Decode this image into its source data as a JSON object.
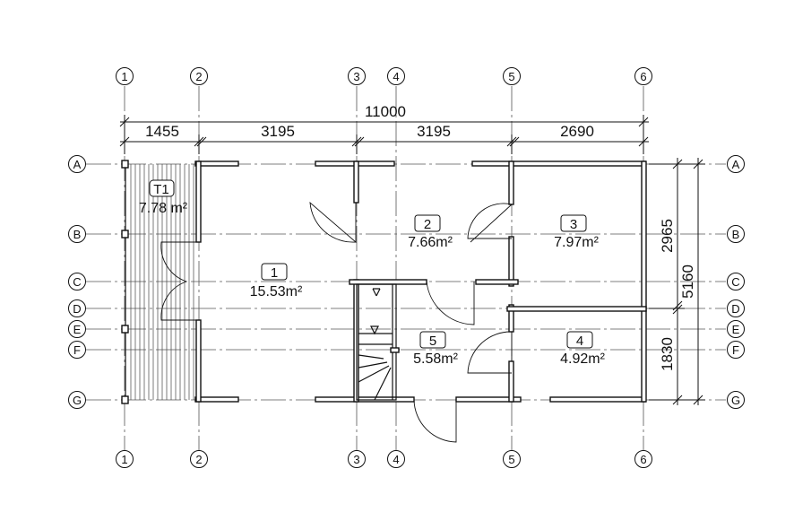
{
  "axes": {
    "columns": [
      "1",
      "2",
      "3",
      "4",
      "5",
      "6"
    ],
    "rows": [
      "A",
      "B",
      "C",
      "D",
      "E",
      "F",
      "G"
    ]
  },
  "dimensions": {
    "overall_width": "11000",
    "bays": [
      "1455",
      "3195",
      "3195",
      "2690"
    ],
    "overall_depth": "5160",
    "depth_parts": [
      "2965",
      "1830"
    ]
  },
  "rooms": [
    {
      "num": "T1",
      "area": "7.78 m²"
    },
    {
      "num": "1",
      "area": "15.53m²"
    },
    {
      "num": "2",
      "area": "7.66m²"
    },
    {
      "num": "3",
      "area": "7.97m²"
    },
    {
      "num": "4",
      "area": "4.92m²"
    },
    {
      "num": "5",
      "area": "5.58m²"
    }
  ]
}
